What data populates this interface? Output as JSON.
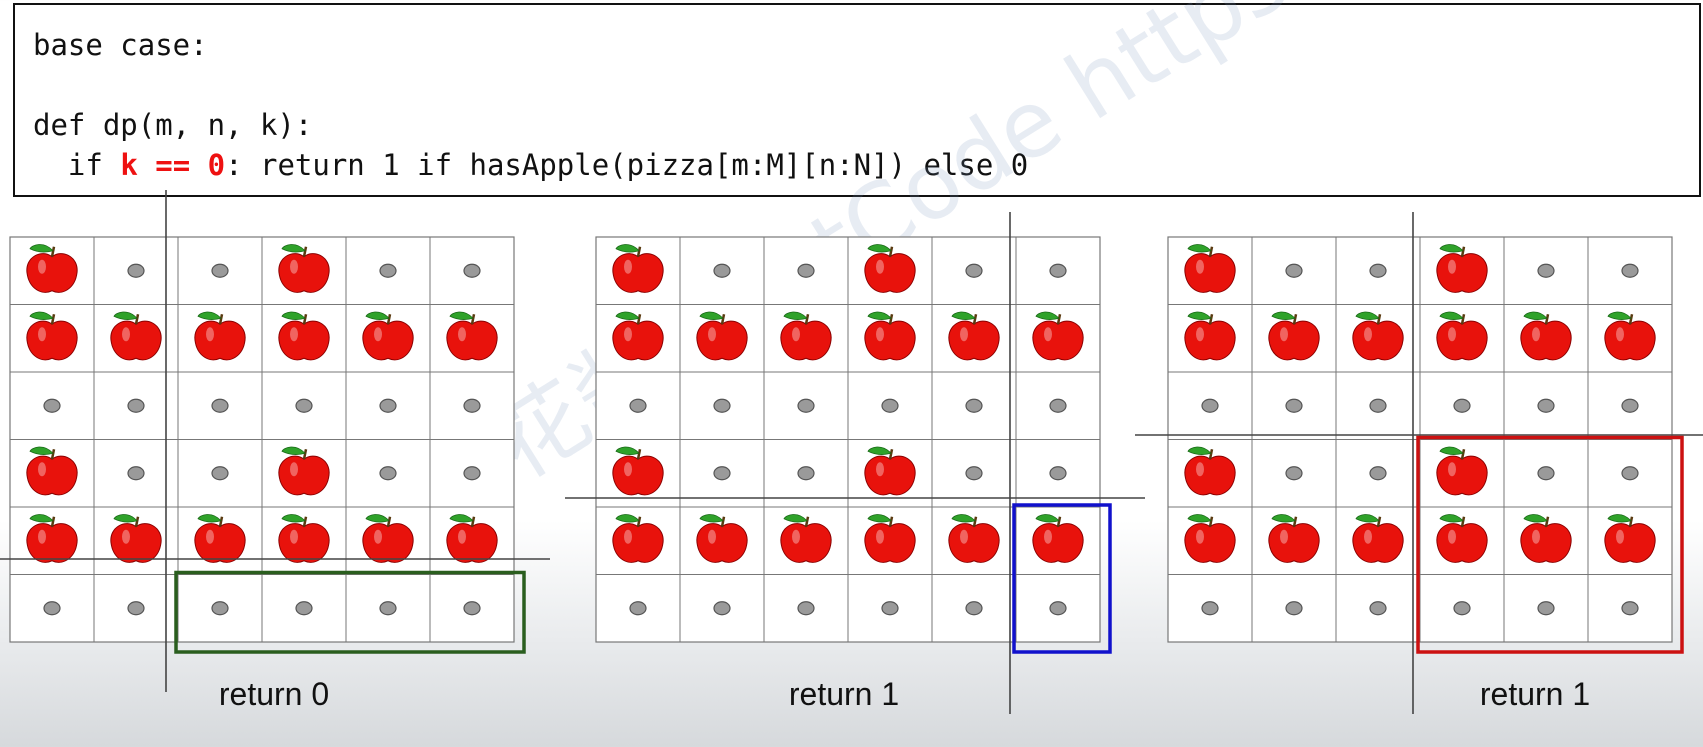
{
  "code": {
    "line1": "base case:",
    "line2": "def dp(m, n, k):",
    "line3_prefix": "  if ",
    "line3_highlight": "k == 0",
    "line3_suffix": ": return 1 if hasApple(pizza[m:M][n:N]) else 0"
  },
  "grid": [
    [
      1,
      0,
      0,
      1,
      0,
      0
    ],
    [
      1,
      1,
      1,
      1,
      1,
      1
    ],
    [
      0,
      0,
      0,
      0,
      0,
      0
    ],
    [
      1,
      0,
      0,
      1,
      0,
      0
    ],
    [
      1,
      1,
      1,
      1,
      1,
      1
    ],
    [
      0,
      0,
      0,
      0,
      0,
      0
    ]
  ],
  "panels": [
    {
      "caption": "return 0",
      "highlight_color": "#2a5e1e",
      "highlight_rows": [
        5,
        5
      ],
      "highlight_cols": [
        2,
        5
      ]
    },
    {
      "caption": "return 1",
      "highlight_color": "#1111cc",
      "highlight_rows": [
        4,
        5
      ],
      "highlight_cols": [
        5,
        5
      ]
    },
    {
      "caption": "return 1",
      "highlight_color": "#cc1111",
      "highlight_rows": [
        3,
        5
      ],
      "highlight_cols": [
        3,
        5
      ]
    }
  ],
  "watermark": "花花酱 LeetCode https://zxi.mytechroad.com/blog/",
  "colors": {
    "apple": "#e8120c",
    "leaf": "#2fa22a",
    "dot": "#9a9a9a"
  }
}
